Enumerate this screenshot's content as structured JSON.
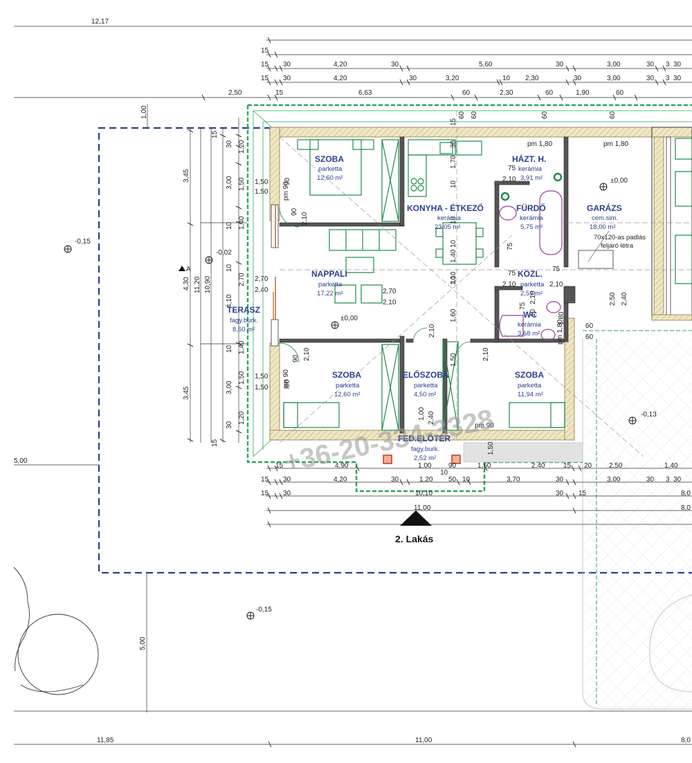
{
  "title": "2. Lakás",
  "watermark": "+36-20-334-3328",
  "colors": {
    "wall": "#c9b87d",
    "wall_hatch": "#e9dfb8",
    "furniture": "#1d8a4a",
    "outline_green": "#2aa65a",
    "room_text": "#2a3f8f",
    "plot_dash": "#2a3f8f",
    "dim_line": "#333333",
    "column": "#c0392b"
  },
  "rooms": [
    {
      "name": "SZOBA",
      "floor": "parketta",
      "area": "12,60 m²"
    },
    {
      "name": "KONYHA - ÉTKEZŐ",
      "floor": "kerámia",
      "area": "23,05 m²"
    },
    {
      "name": "HÁZT. H.",
      "floor": "kerámia",
      "area": "3,91 m²"
    },
    {
      "name": "FÜRDŐ",
      "floor": "kerámia",
      "area": "5,75 m²"
    },
    {
      "name": "GARÁZS",
      "floor": "cem.sim.",
      "area": "18,00 m²"
    },
    {
      "name": "NAPPALI",
      "floor": "parketta",
      "area": "17,22 m²"
    },
    {
      "name": "KÖZL.",
      "floor": "parketta",
      "area": "2,53 m²"
    },
    {
      "name": "WC",
      "floor": "kerámia",
      "area": "3,68 m²"
    },
    {
      "name": "TERASZ",
      "floor": "fagy.burk.",
      "area": "8,60 m²"
    },
    {
      "name": "SZOBA",
      "floor": "parketta",
      "area": "12,60 m²"
    },
    {
      "name": "ELŐSZOBA",
      "floor": "parketta",
      "area": "4,50 m²"
    },
    {
      "name": "SZOBA",
      "floor": "parketta",
      "area": "11,94 m²"
    },
    {
      "name": "FED.ELŐTÉR",
      "floor": "fagy.burk.",
      "area": "2,52 m²"
    }
  ],
  "levels": {
    "l1": "-0,15",
    "l2": "-0,02",
    "l3": "±0,00",
    "l4": "±0,00",
    "l5": "-0,13",
    "l6": "-0,15",
    "section": "A"
  },
  "notes": {
    "ladder1": "70x120-as padlás",
    "ladder2": "feljáró létra",
    "pm1": "pm 1,80",
    "pm2": "pm 1,80",
    "pm3": "pm 90",
    "pm4": "pm 90",
    "pm5": "pm 90",
    "pm6": "pm 1,80"
  },
  "dims_top": {
    "total": "12,17",
    "r1": [
      "15"
    ],
    "r2": [
      "15",
      "30",
      "4,20",
      "30",
      "5,60",
      "30",
      "3,00",
      "30",
      "3",
      "30"
    ],
    "r3": [
      "15",
      "30",
      "4,20",
      "30",
      "3,20",
      "10",
      "2,30",
      "30",
      "3,00",
      "30",
      "3",
      "30"
    ],
    "r4": [
      "2,50",
      "15",
      "6,63",
      "60",
      "2,30",
      "60",
      "1,90",
      "60"
    ],
    "left_top": "1,00"
  },
  "dims_left": {
    "outer": [
      "3,45",
      "4,30",
      "3,45"
    ],
    "mid": [
      "11,20",
      "10,90"
    ],
    "inner": [
      "15",
      "30",
      "1,20",
      "3,00",
      "1,50",
      "10",
      "1,40",
      "10",
      "2,70",
      "4,10",
      "10",
      "1,40",
      "1,50",
      "3,00",
      "1,20",
      "30",
      "15"
    ],
    "win": [
      "1,50",
      "1,50",
      "2,70",
      "2,40",
      "1,50",
      "1,50"
    ],
    "left_edge": "5,00"
  },
  "dims_inner": {
    "a": [
      "90",
      "90",
      "2,10",
      "2,10",
      "90",
      "90",
      "2,10",
      "2,10",
      "2,70",
      "2,10"
    ],
    "b": [
      "1,70",
      "10",
      "30",
      "10",
      "1,40",
      "10",
      "1,60",
      "1,10",
      "10",
      "15",
      "60",
      "60",
      "60",
      "60",
      "1,50",
      "1,00",
      "2,40",
      "1,50"
    ],
    "c": [
      "75",
      "2,10",
      "75",
      "75",
      "2,10",
      "2,10",
      "75",
      "2,10",
      "1,80",
      "10",
      "2,50",
      "2,40",
      "60",
      "60"
    ]
  },
  "dims_bottom": {
    "r1": [
      "15",
      "4,90",
      "1,00",
      "90",
      "1,50",
      "2,40",
      "15",
      "20",
      "2,50",
      "1,40"
    ],
    "r1b": [
      "10"
    ],
    "r2": [
      "15",
      "30",
      "4,20",
      "30",
      "1,20",
      "50",
      "10",
      "3,70",
      "30",
      "3,00",
      "30",
      "3",
      "30"
    ],
    "r3": [
      "15",
      "30",
      "10,10",
      "30",
      "15",
      "8,0"
    ],
    "r4": [
      "11,00",
      "8,0"
    ],
    "bottom_total": [
      "11,85",
      "11,00",
      "8,0"
    ],
    "right_v": "5,00"
  }
}
